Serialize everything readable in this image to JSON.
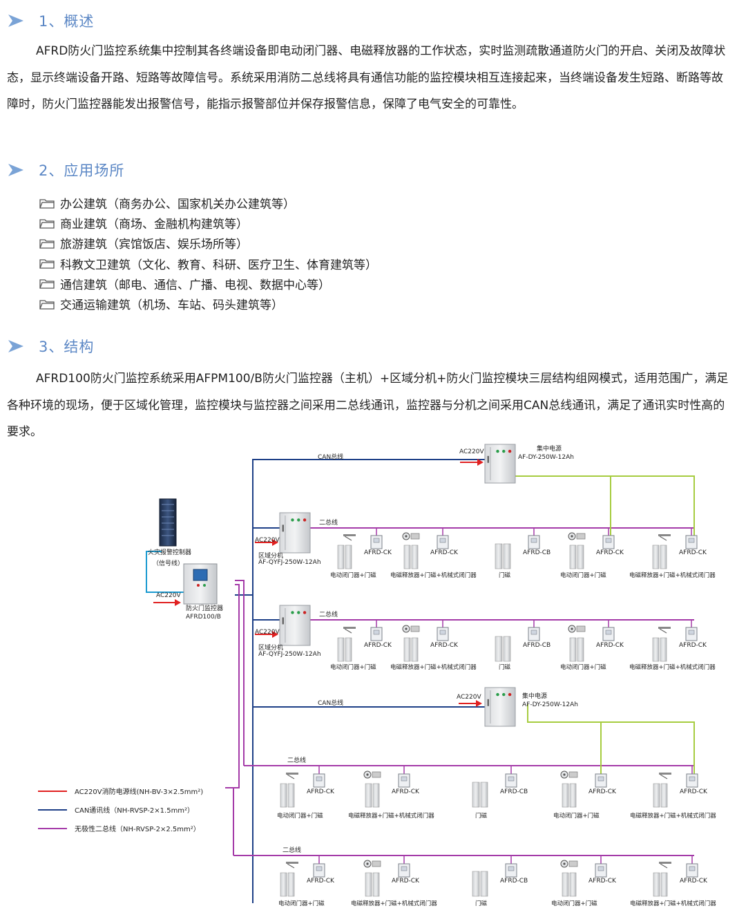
{
  "sections": [
    {
      "title": "1、概述",
      "paragraph": "AFRD防火门监控系统集中控制其各终端设备即电动闭门器、电磁释放器的工作状态，实时监测疏散通道防火门的开启、关闭及故障状态，显示终端设备开路、短路等故障信号。系统采用消防二总线将具有通信功能的监控模块相互连接起来，当终端设备发生短路、断路等故障时，防火门监控器能发出报警信号，能指示报警部位并保存报警信息，保障了电气安全的可靠性。"
    },
    {
      "title": "2、应用场所",
      "items": [
        "办公建筑（商务办公、国家机关办公建筑等）",
        "商业建筑（商场、金融机构建筑等）",
        "旅游建筑（宾馆饭店、娱乐场所等）",
        "科教文卫建筑（文化、教育、科研、医疗卫生、体育建筑等）",
        "通信建筑（邮电、通信、广播、电视、数据中心等）",
        "交通运输建筑（机场、车站、码头建筑等）"
      ]
    },
    {
      "title": "3、结构",
      "paragraph": "AFRD100防火门监控系统采用AFPM100/B防火门监控器（主机）+区域分机+防火门监控模块三层结构组网模式，适用范围广，满足各种环境的现场，便于区域化管理，监控模块与监控器之间采用二总线通讯，监控器与分机之间采用CAN总线通讯，满足了通讯实时性高的要求。"
    }
  ],
  "diagram": {
    "fire_alarm_label": "火灾报警控制器",
    "signal_line_label": "（信号线）",
    "main_ac_label": "AC220V",
    "controller_label": "防火门监控器",
    "controller_model": "AFRD100/B",
    "can_label": "CAN总线",
    "bus_label": "二总线",
    "ac_label": "AC220V",
    "power_label": "集中电源",
    "power_model_1": "AF-DY-250W-12Ah",
    "power_model_2": "AF-DY-250W-12Ah",
    "sub_label": "区域分机",
    "sub_model": "AF-QYFJ-250W-12Ah",
    "module_labels": [
      "AFRD-CK",
      "AFRD-CK",
      "AFRD-CB",
      "AFRD-CK",
      "AFRD-CK"
    ],
    "device_captions": [
      "电动闭门器+门磁",
      "电磁释放器+门磁+机械式闭门器",
      "门磁",
      "电动闭门器+门磁",
      "电磁释放器+门磁+机械式闭门器"
    ],
    "legend": [
      {
        "label": "AC220V消防电源线(NH-BV-3×2.5mm²)",
        "color": "#e02020"
      },
      {
        "label": "CAN通讯线（NH-RVSP-2×1.5mm²）",
        "color": "#1d3f87"
      },
      {
        "label": "无极性二总线（NH-RVSP-2×2.5mm²）",
        "color": "#a43aa8"
      }
    ],
    "colors": {
      "ac": "#e02020",
      "can": "#1d3f87",
      "bus": "#a43aa8",
      "power": "#a6cc3f",
      "signal": "#1a9ad0"
    }
  }
}
